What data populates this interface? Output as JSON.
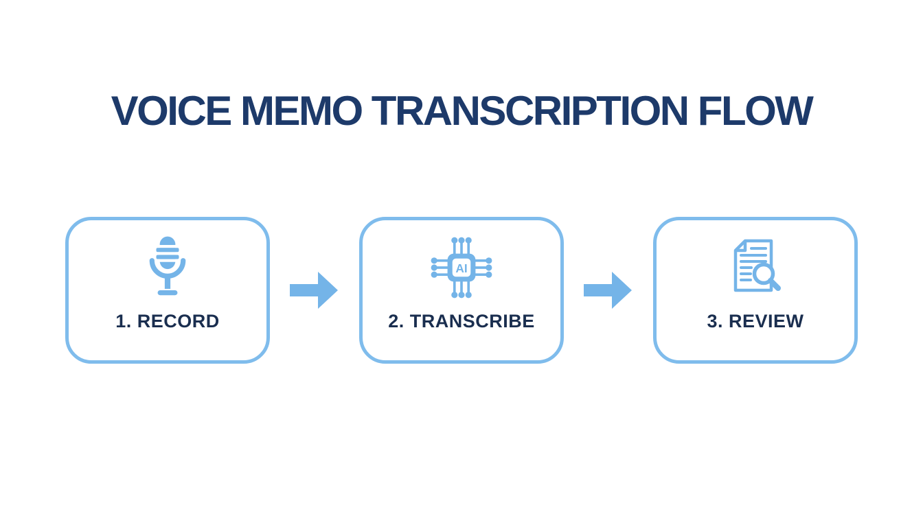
{
  "title": "VOICE MEMO TRANSCRIPTION FLOW",
  "colors": {
    "accent_blue": "#74b4e8",
    "box_border_blue": "#7fbcec",
    "title_navy": "#1d3a6a",
    "label_navy": "#1a2e4f",
    "background": "#ffffff"
  },
  "steps": [
    {
      "label": "1. RECORD",
      "icon": "microphone-icon"
    },
    {
      "label": "2. TRANSCRIBE",
      "icon": "ai-chip-icon",
      "chip_text": "AI"
    },
    {
      "label": "3. REVIEW",
      "icon": "document-search-icon"
    }
  ],
  "connectors": [
    {
      "icon": "arrow-right-icon"
    },
    {
      "icon": "arrow-right-icon"
    }
  ]
}
